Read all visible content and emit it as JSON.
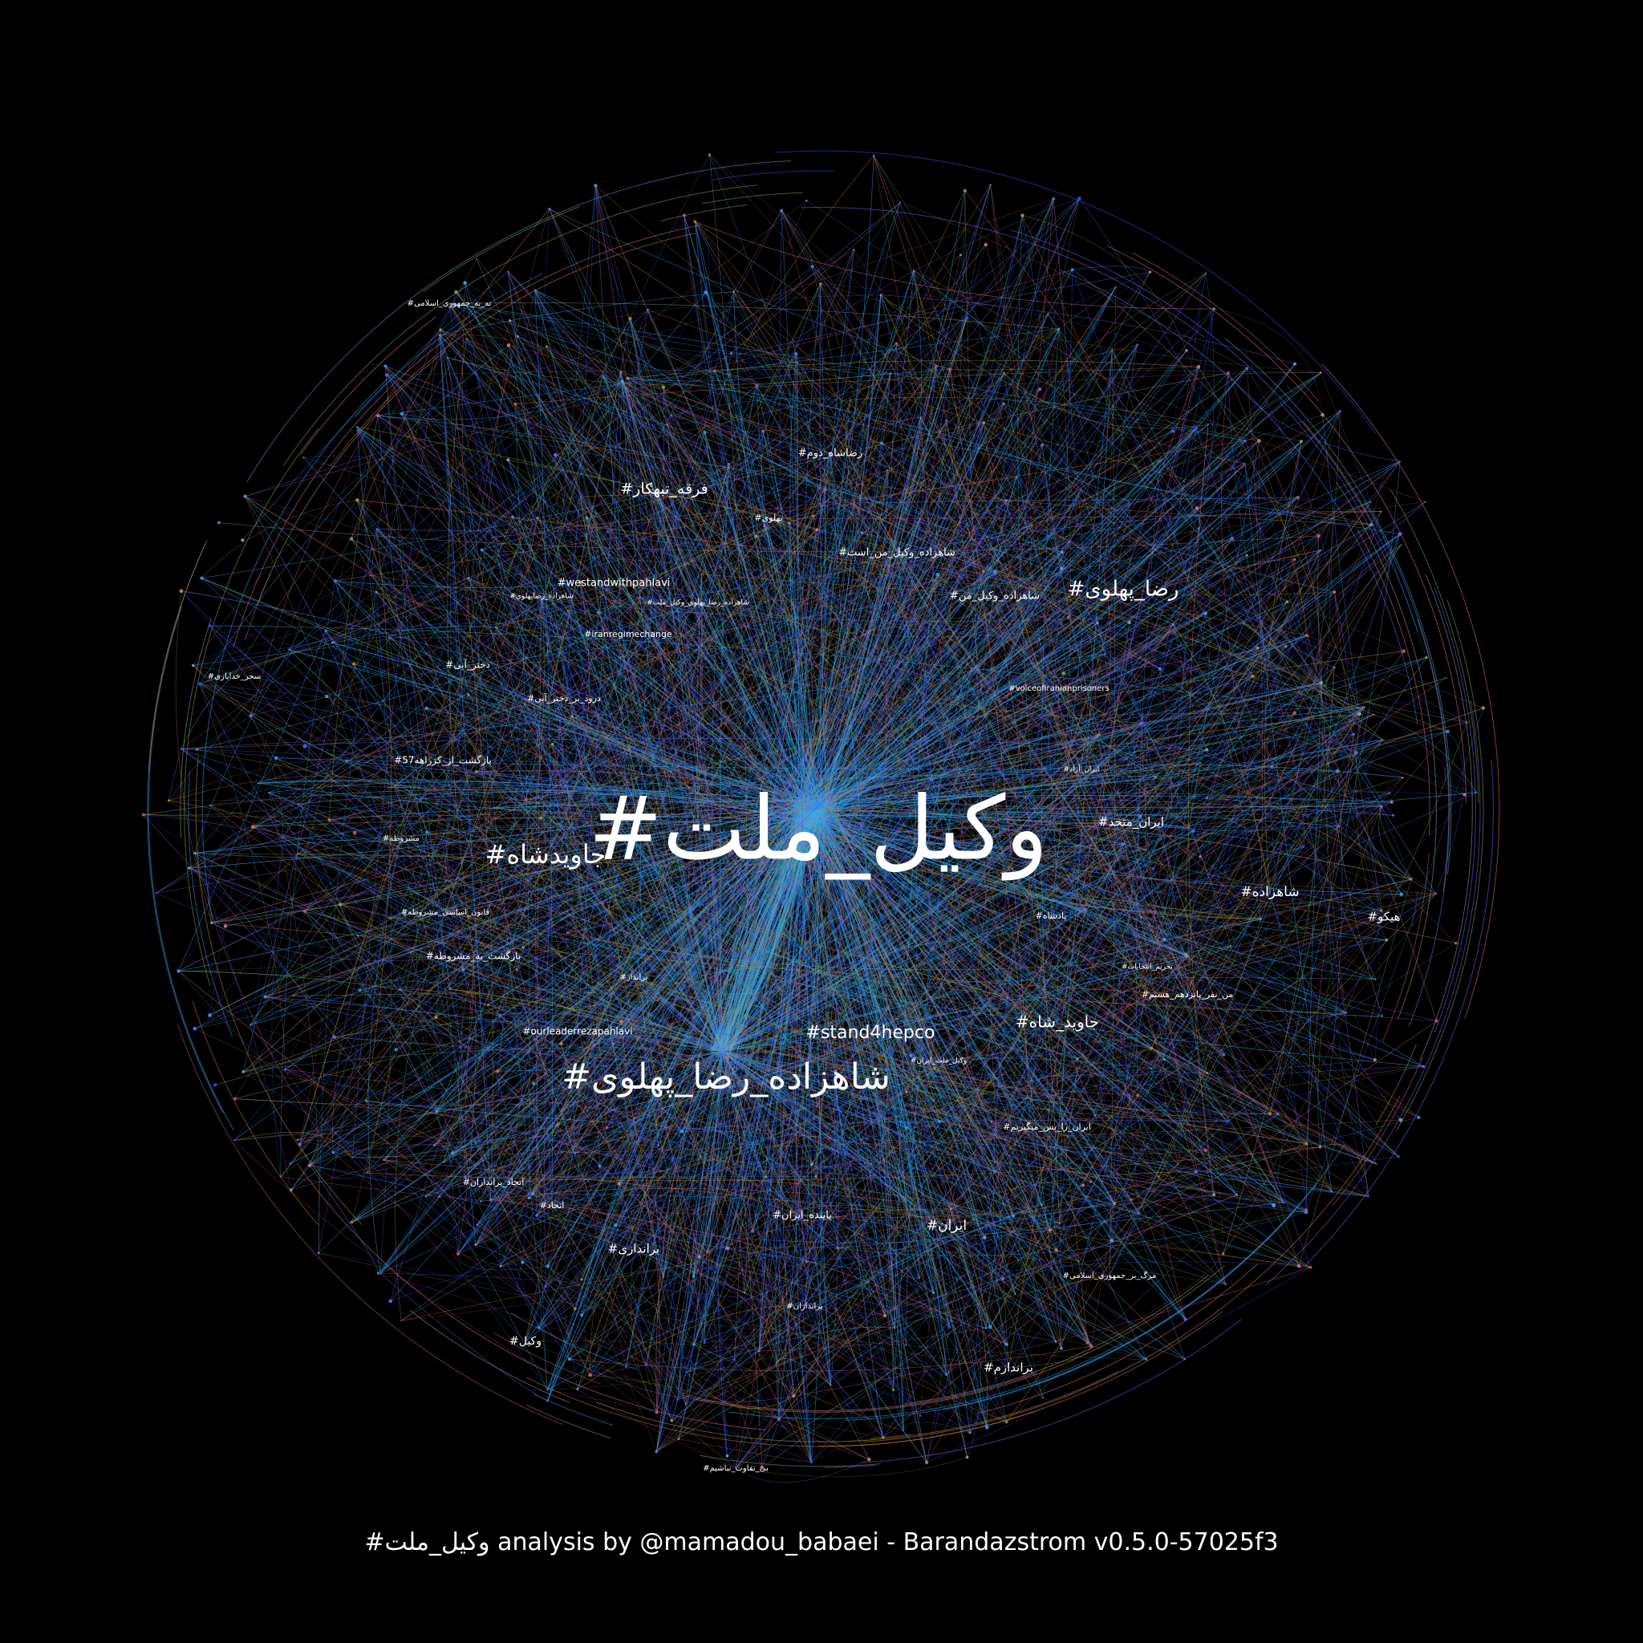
{
  "colors": {
    "background": "#000000",
    "edge_palette": [
      "#1fa2ff",
      "#2d9ce8",
      "#3bb0e0",
      "#5a6cff",
      "#7a5cf0",
      "#c0556e",
      "#b0903a",
      "#8aa63a",
      "#9a9a9a",
      "#d07a2a",
      "#2a4aff",
      "#e06a9a"
    ],
    "label": "#ffffff"
  },
  "caption": "#وکیل_ملت analysis by @mamadou_babaei - Barandazstrom v0.5.0-57025f3",
  "nodes": [
    {
      "label": "#وکیل_ملت",
      "weight": 1.0
    },
    {
      "label": "#شاهزاده_رضا_پهلوی",
      "weight": 0.42
    },
    {
      "label": "#جاویدشاه",
      "weight": 0.3
    },
    {
      "label": "#رضا_پهلوی",
      "weight": 0.25
    },
    {
      "label": "#stand4hepco",
      "weight": 0.22
    },
    {
      "label": "#جاوید_شاه",
      "weight": 0.21
    },
    {
      "label": "#فرقه_تبهکار",
      "weight": 0.2
    },
    {
      "label": "#ایران",
      "weight": 0.19
    },
    {
      "label": "#شاهزاده",
      "weight": 0.18
    },
    {
      "label": "#هیکو",
      "weight": 0.17
    },
    {
      "label": "#براندازم",
      "weight": 0.16
    },
    {
      "label": "#ایران_متحد",
      "weight": 0.15
    },
    {
      "label": "#براندازی",
      "weight": 0.15
    },
    {
      "label": "#پاینده_ایران",
      "weight": 0.14
    },
    {
      "label": "#وکیل",
      "weight": 0.14
    },
    {
      "label": "#رضاشاه_دوم",
      "weight": 0.14
    },
    {
      "label": "#westandwithpahlavi",
      "weight": 0.14
    },
    {
      "label": "#شاهزاده_وکیل_من_است",
      "weight": 0.14
    },
    {
      "label": "#شاهزاده_وکیل_من",
      "weight": 0.13
    },
    {
      "label": "#ourleaderrezapahlavi",
      "weight": 0.13
    },
    {
      "label": "#بازگشت_به_مشروطه",
      "weight": 0.12
    },
    {
      "label": "#بازگشت_از_کژراهه57",
      "weight": 0.12
    },
    {
      "label": "#دختر_آبی",
      "weight": 0.12
    },
    {
      "label": "#درود_بر_دختر_آبی",
      "weight": 0.11
    },
    {
      "label": "#iranregimechange",
      "weight": 0.11
    },
    {
      "label": "#پهلوی",
      "weight": 0.11
    },
    {
      "label": "#پادشاه",
      "weight": 0.11
    },
    {
      "label": "#اتحاد",
      "weight": 0.11
    },
    {
      "label": "#اتحاد_براندازان",
      "weight": 0.11
    },
    {
      "label": "#ایران_را_پس_میگیریم",
      "weight": 0.11
    },
    {
      "label": "#من_نفر_پانزدهم_هستم",
      "weight": 0.11
    },
    {
      "label": "#مرگ_بر_جمهوری_اسلامی",
      "weight": 0.1
    },
    {
      "label": "#voiceofiranianprisoners",
      "weight": 0.1
    },
    {
      "label": "#بی_تفاوت_نباشیم",
      "weight": 0.1
    },
    {
      "label": "#سحر_خدایاری",
      "weight": 0.1
    },
    {
      "label": "#نه_به_جمهوری_اسلامی",
      "weight": 0.1
    },
    {
      "label": "#مشروطه",
      "weight": 0.1
    },
    {
      "label": "#قانون_اساسی_مشروطه",
      "weight": 0.1
    },
    {
      "label": "#برانداز",
      "weight": 0.1
    },
    {
      "label": "#براندازان",
      "weight": 0.1
    },
    {
      "label": "#وکیل_ملت_ایران",
      "weight": 0.09
    },
    {
      "label": "#شاهزاده_رضا_پهلوی_وکیل_ملت",
      "weight": 0.09
    },
    {
      "label": "#شاهزاده_رضاپهلوی",
      "weight": 0.09
    },
    {
      "label": "#تحریم_انتخابات",
      "weight": 0.09
    },
    {
      "label": "#ایران_آزاد",
      "weight": 0.09
    }
  ]
}
